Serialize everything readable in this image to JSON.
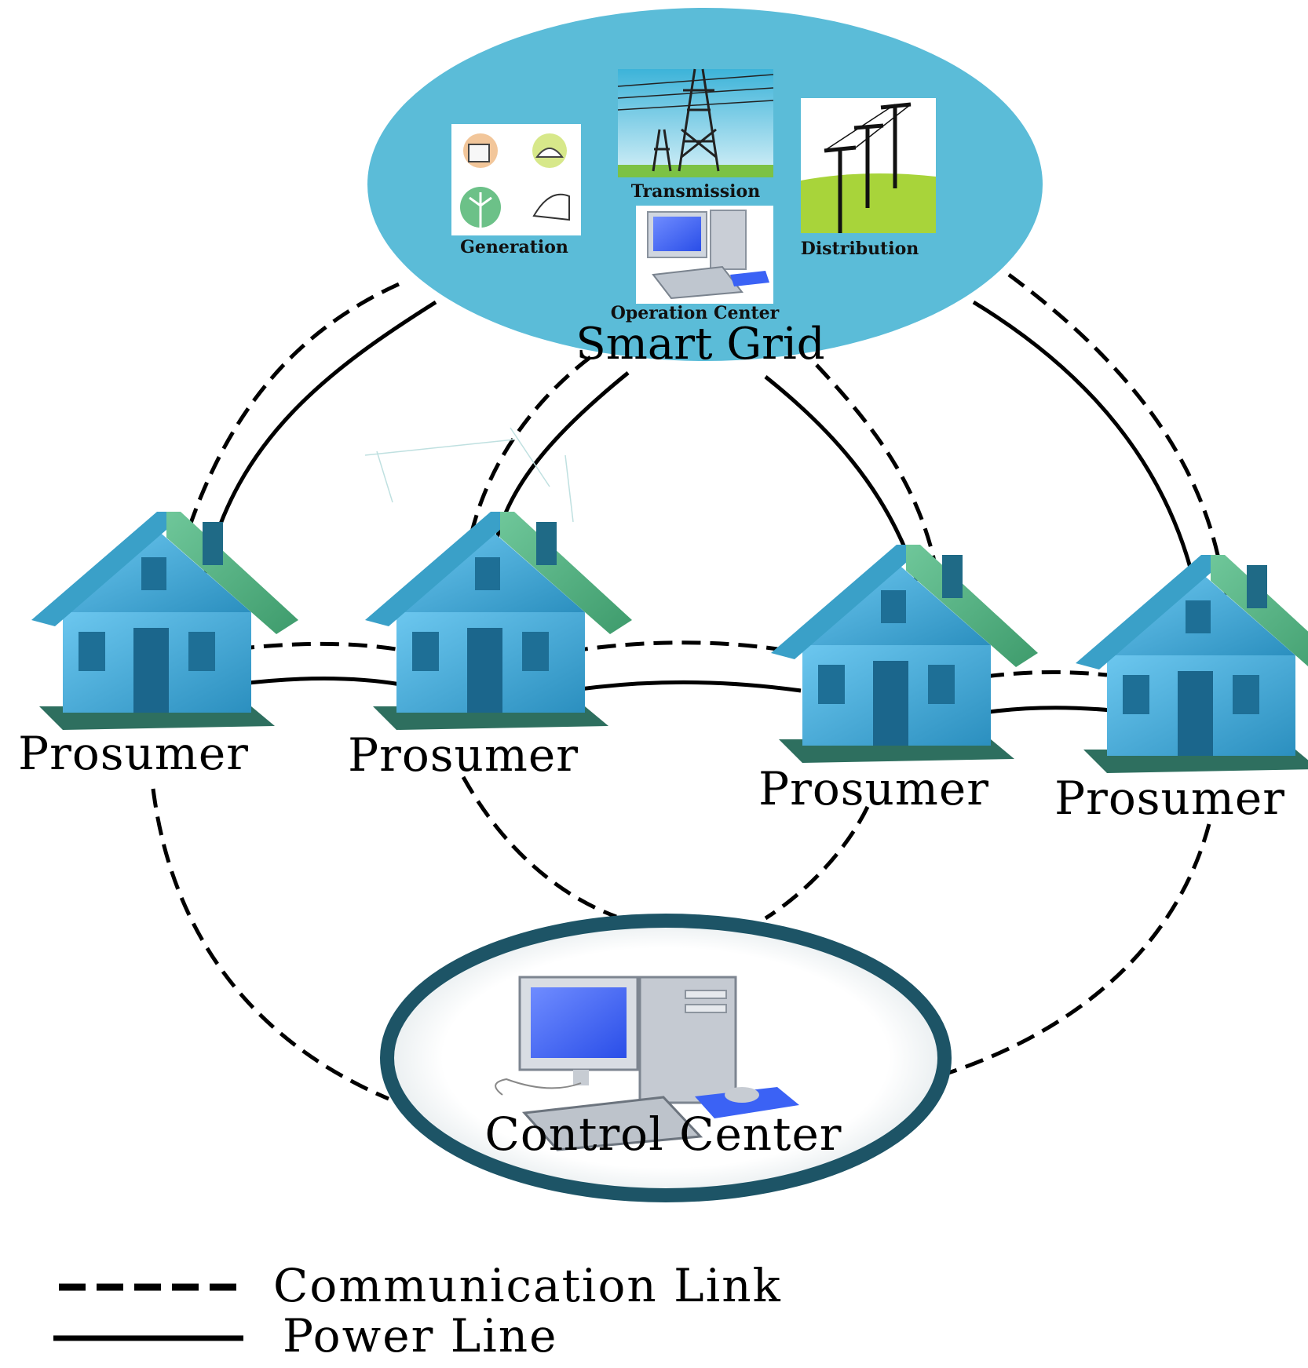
{
  "smart_grid": {
    "title": "Smart Grid",
    "components": {
      "generation": "Generation",
      "transmission": "Transmission",
      "distribution": "Distribution",
      "operation_center": "Operation Center"
    },
    "fill_color": "#5bbcd8"
  },
  "prosumers": [
    {
      "label": "Prosumer"
    },
    {
      "label": "Prosumer"
    },
    {
      "label": "Prosumer"
    },
    {
      "label": "Prosumer"
    }
  ],
  "control_center": {
    "label": "Control Center",
    "border_color": "#1d5466"
  },
  "legend": {
    "communication_link": "Communication Link",
    "power_line": "Power Line"
  },
  "colors": {
    "house_wall": "#3a9ccc",
    "house_roof": "#4dab7d",
    "screen": "#3b62f5"
  }
}
